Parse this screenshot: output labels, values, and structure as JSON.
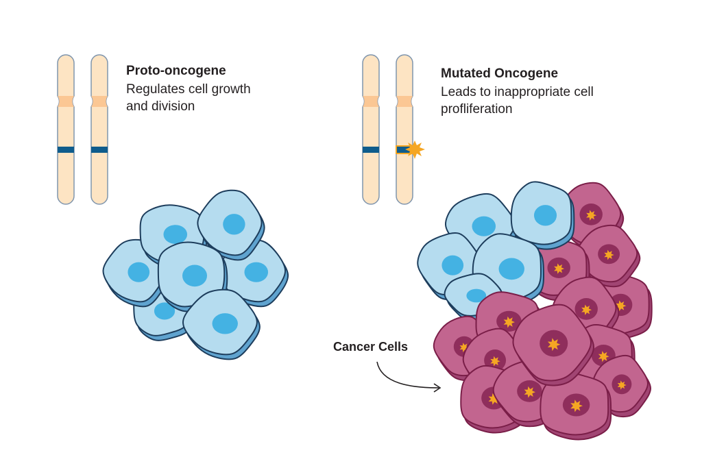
{
  "left_panel": {
    "title": "Proto-oncogene",
    "description_line1": "Regulates cell growth",
    "description_line2": "and division"
  },
  "right_panel": {
    "title": "Mutated Oncogene",
    "description_line1": "Leads to inappropriate cell",
    "description_line2": "profliferation"
  },
  "callout": {
    "label": "Cancer Cells"
  },
  "colors": {
    "chromosome_fill": "#fde4c3",
    "chromosome_stroke": "#7f95ad",
    "chromosome_band": "#0f5c8c",
    "centromere": "#fbc794",
    "mutation_star": "#f5a623",
    "normal_cell_fill": "#b5dcef",
    "normal_cell_side": "#5fa3cf",
    "normal_cell_stroke": "#1d3d5c",
    "normal_nucleus": "#44b2e3",
    "cancer_cell_fill": "#c2658f",
    "cancer_cell_side": "#a14573",
    "cancer_cell_stroke": "#7a1e48",
    "cancer_nucleus": "#8f2e5c",
    "arrow": "#231f20"
  }
}
